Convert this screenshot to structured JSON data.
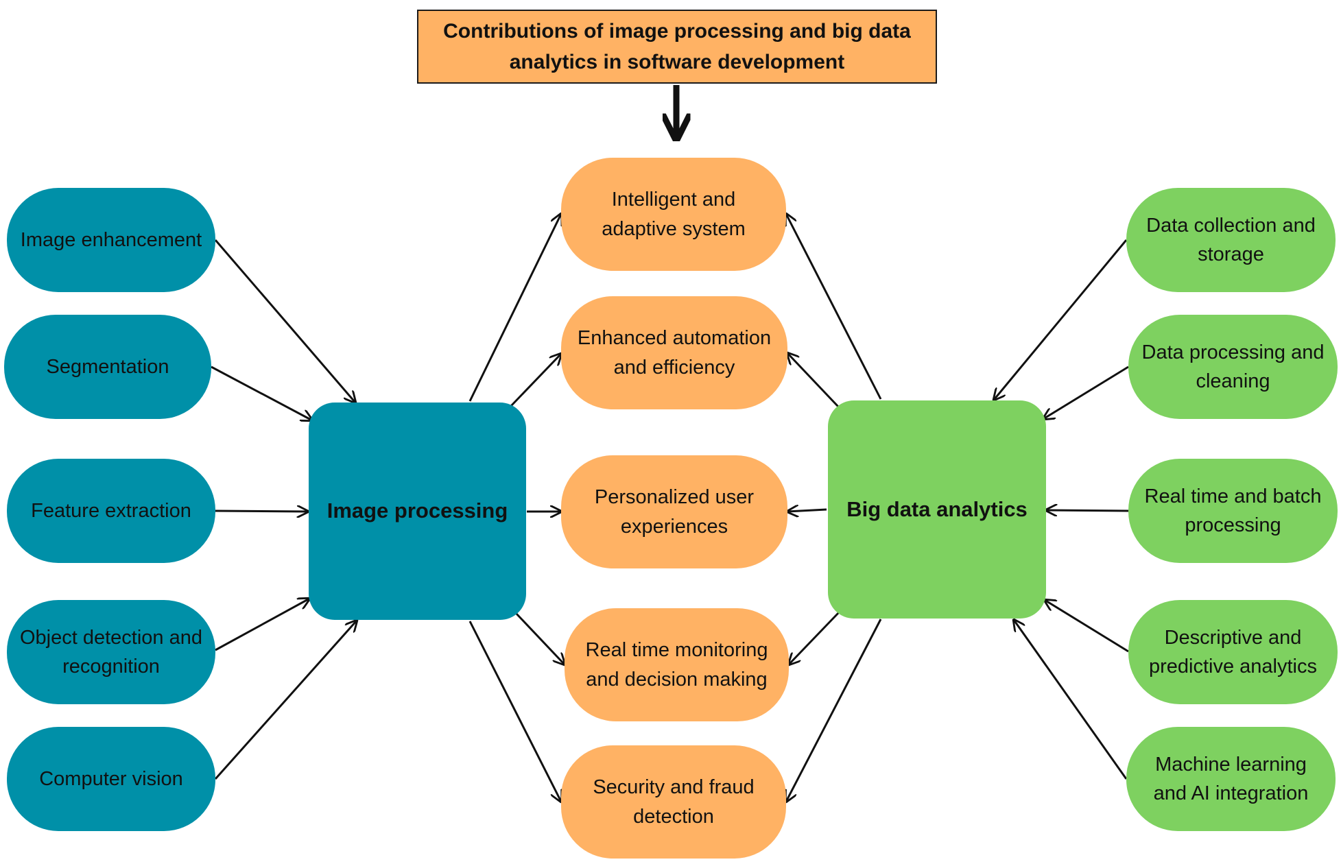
{
  "title": "Contributions of image processing and big data analytics in software development",
  "hubs": {
    "image_processing": "Image processing",
    "big_data": "Big data analytics"
  },
  "left_items": [
    "Image enhancement",
    "Segmentation",
    "Feature extraction",
    "Object detection and recognition",
    "Computer vision"
  ],
  "center_items": [
    "Intelligent and adaptive system",
    "Enhanced automation and efficiency",
    "Personalized user experiences",
    "Real time monitoring and decision making",
    "Security and fraud detection"
  ],
  "right_items": [
    "Data collection and storage",
    "Data processing and cleaning",
    "Real time and batch processing",
    "Descriptive and predictive analytics",
    "Machine learning and AI integration"
  ],
  "colors": {
    "image_processing": "#0090a8",
    "big_data": "#7ed160",
    "contribution": "#ffb264",
    "arrow": "#111111"
  }
}
